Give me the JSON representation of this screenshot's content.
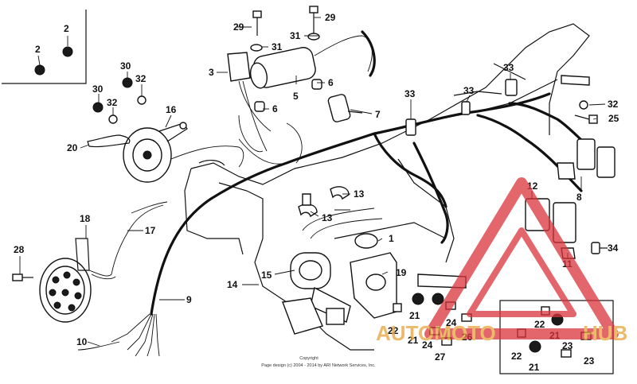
{
  "copyright": {
    "line1": "Copyright",
    "line2": "Page design (c) 2004 - 2014 by ARI Network Services, Inc."
  },
  "watermark": {
    "text_a": "AUTOMOTO",
    "text_b": "HUB",
    "color_red": "#d9333a",
    "color_gold": "#e8a33a"
  },
  "callouts": {
    "c1": "1",
    "c2a": "2",
    "c2b": "2",
    "c3": "3",
    "c5": "5",
    "c6a": "6",
    "c6b": "6",
    "c7": "7",
    "c8": "8",
    "c9": "9",
    "c10": "10",
    "c11": "11",
    "c12": "12",
    "c13a": "13",
    "c13b": "13",
    "c14": "14",
    "c15": "15",
    "c16": "16",
    "c17": "17",
    "c18": "18",
    "c19": "19",
    "c20": "20",
    "c21a": "21",
    "c21b": "21",
    "c21c": "21",
    "c21d": "21",
    "c22a": "22",
    "c22b": "22",
    "c22c": "22",
    "c23a": "23",
    "c23b": "23",
    "c24a": "24",
    "c24b": "24",
    "c25": "25",
    "c26": "26",
    "c27": "27",
    "c28": "28",
    "c29a": "29",
    "c29b": "29",
    "c30a": "30",
    "c30b": "30",
    "c31a": "31",
    "c31b": "31",
    "c32a": "32",
    "c32b": "32",
    "c32c": "32",
    "c33a": "33",
    "c33b": "33",
    "c33c": "33",
    "c34": "34"
  }
}
